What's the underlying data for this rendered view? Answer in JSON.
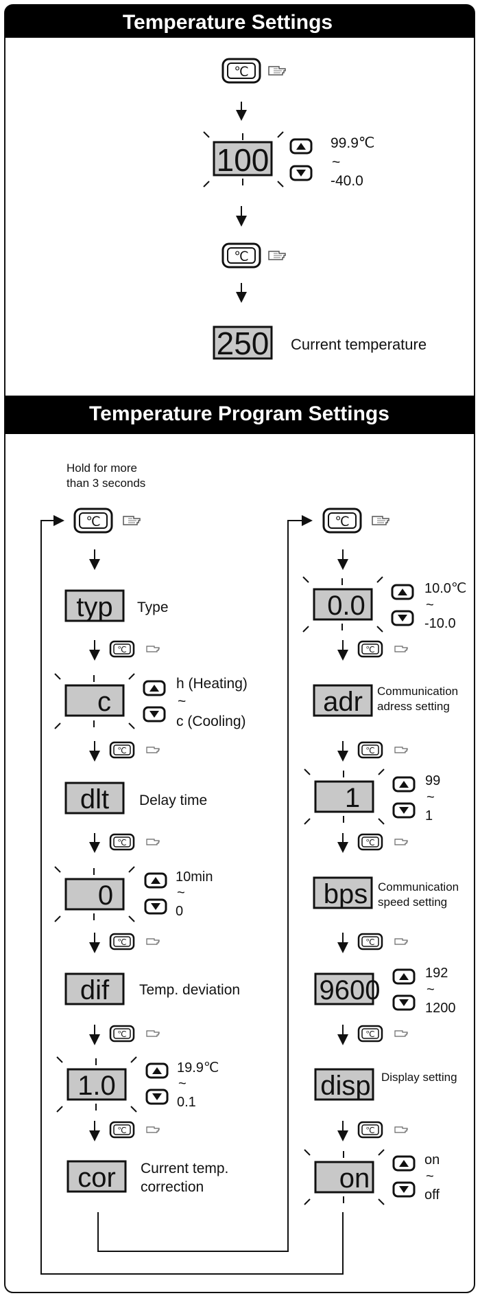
{
  "section1": {
    "title": "Temperature Settings",
    "setpoint_display": "100",
    "range_max": "99.9℃",
    "range_tilde": "~",
    "range_min": "-40.0",
    "current_display": "250",
    "current_label": "Current temperature"
  },
  "section2": {
    "title": "Temperature Program Settings",
    "hold_note_line1": "Hold for more",
    "hold_note_line2": "than 3 seconds",
    "left": {
      "typ_display": "typ",
      "typ_label": "Type",
      "c_display": "c",
      "c_max": "h (Heating)",
      "c_tilde": "~",
      "c_min": "c (Cooling)",
      "dlt_display": "dlt",
      "dlt_label": "Delay time",
      "zero_display": "0",
      "zero_max": "10min",
      "zero_tilde": "~",
      "zero_min": "0",
      "dif_display": "dif",
      "dif_label": "Temp. deviation",
      "dif_val_display": "1.0",
      "dif_max": "19.9℃",
      "dif_tilde": "~",
      "dif_min": "0.1",
      "cor_display": "cor",
      "cor_label1": "Current temp.",
      "cor_label2": "correction"
    },
    "right": {
      "cor_val_display": "0.0",
      "cor_max": "10.0℃",
      "cor_tilde": "~",
      "cor_min": "-10.0",
      "adr_display": "adr",
      "adr_label1": "Communication",
      "adr_label2": "adress setting",
      "adr_val_display": "1",
      "adr_max": "99",
      "adr_tilde": "~",
      "adr_min": "1",
      "bps_display": "bps",
      "bps_label1": "Communication",
      "bps_label2": "speed setting",
      "bps_val_display": "9600",
      "bps_max": "192",
      "bps_tilde": "~",
      "bps_min": "1200",
      "disp_display": "disp",
      "disp_label": "Display setting",
      "on_display": "on",
      "on_max": "on",
      "on_tilde": "~",
      "on_min": "off"
    }
  },
  "colors": {
    "header_bg": "#000000",
    "lcd_bg": "#c8c8c8",
    "ink": "#111111"
  }
}
